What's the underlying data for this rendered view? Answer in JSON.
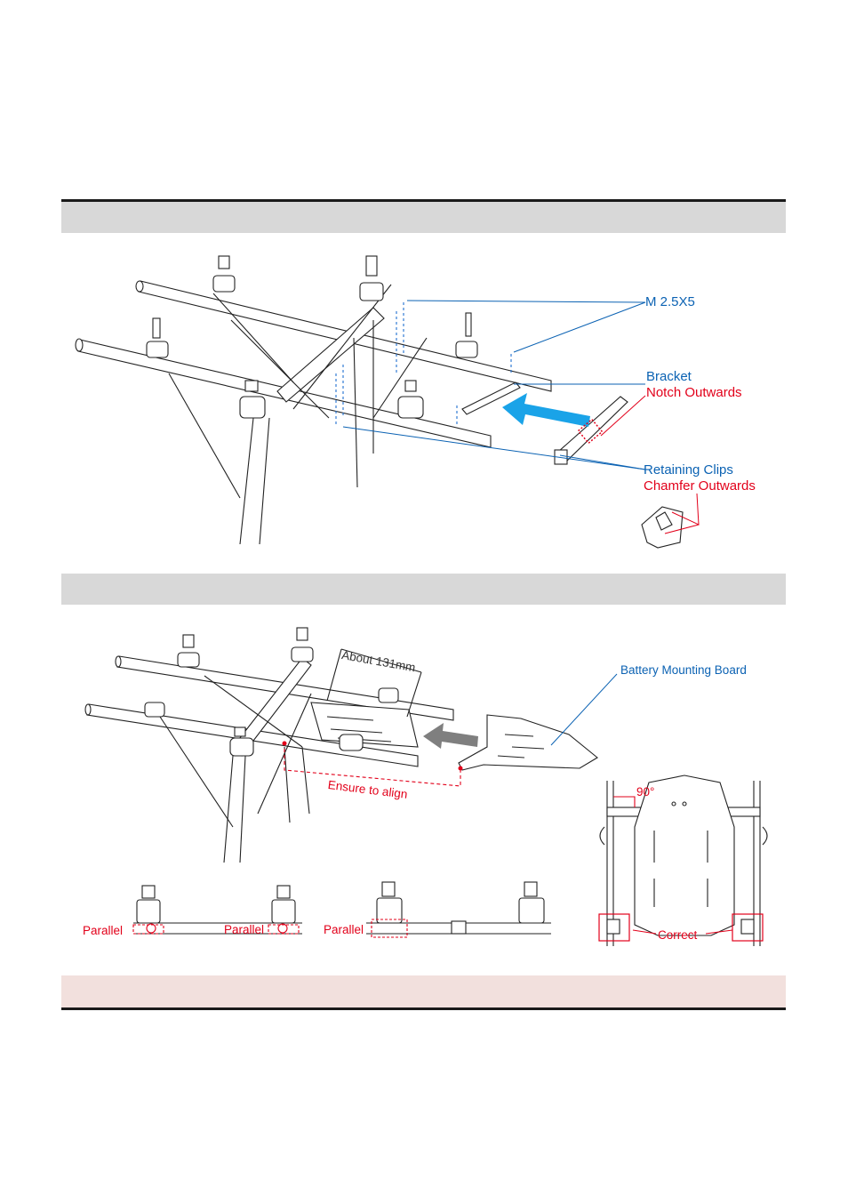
{
  "figure1": {
    "screw_label": "M 2.5X5",
    "bracket_label": "Bracket",
    "bracket_note": "Notch Outwards",
    "clips_label": "Retaining Clips",
    "clips_note": "Chamfer Outwards"
  },
  "figure2": {
    "distance_label": "About 131mm",
    "board_label": "Battery Mounting Board",
    "align_note": "Ensure to align",
    "angle_label": "90°",
    "parallel_labels": [
      "Parallel",
      "Parallel",
      "Parallel"
    ],
    "correct_label": "Correct"
  },
  "colors": {
    "callout_blue": "#0b62b3",
    "note_red": "#e2001a",
    "arrow_blue": "#1aa3e8",
    "arrow_gray": "#7f7f7f",
    "section_band": "#d8d8d8",
    "note_band": "#f2e0dd"
  }
}
